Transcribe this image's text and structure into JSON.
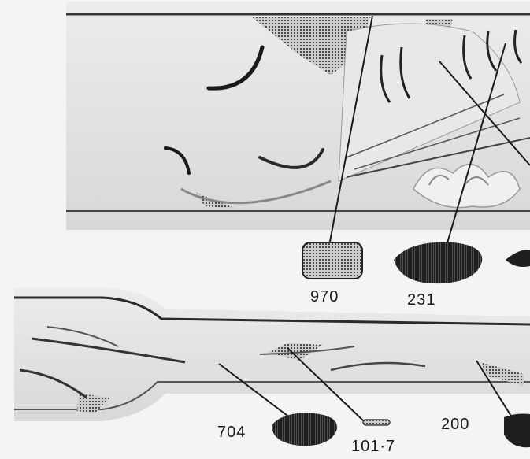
{
  "illustration": {
    "subject": "leather carving pattern with tool impressions",
    "colors": {
      "paper": "#f4f4f4",
      "leather": "#e2e2e2",
      "shadow": "#b8b8b8",
      "ink": "#1a1a1a",
      "stamp_dark": "#2b2b2b"
    }
  },
  "tool_labels": [
    {
      "id": "970",
      "text": "970"
    },
    {
      "id": "231",
      "text": "231"
    },
    {
      "id": "704",
      "text": "704"
    },
    {
      "id": "101-7",
      "text": "101·7"
    },
    {
      "id": "200",
      "text": "200"
    }
  ]
}
